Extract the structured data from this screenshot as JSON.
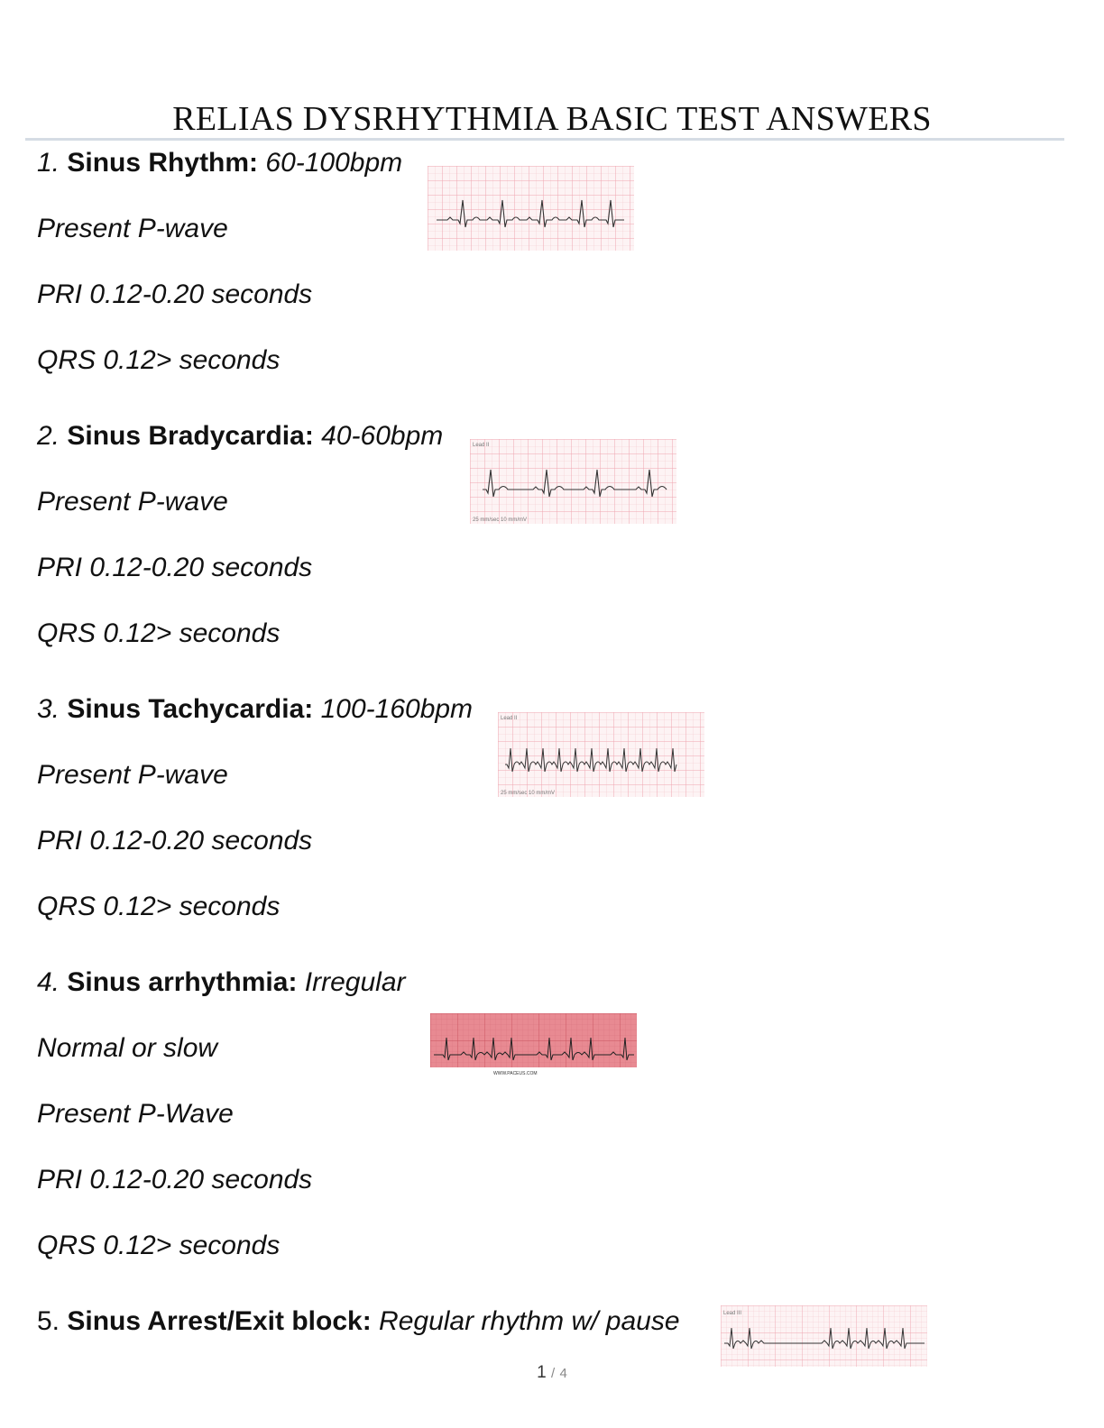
{
  "title": "RELIAS DYSRHYTHMIA BASIC TEST ANSWERS",
  "sections": [
    {
      "num": "1.",
      "name": "Sinus Rhythm:",
      "rate": "60-100bpm",
      "lines": [
        "Present P-wave",
        "PRI 0.12-0.20 seconds",
        "QRS 0.12> seconds"
      ]
    },
    {
      "num": "2.",
      "name": "Sinus Bradycardia:",
      "rate": "40-60bpm",
      "lines": [
        "Present P-wave",
        "PRI 0.12-0.20 seconds",
        "QRS 0.12> seconds"
      ],
      "strip_label": "Lead II",
      "strip_footer": "25 mm/sec 10 mm/mV"
    },
    {
      "num": "3.",
      "name": "Sinus Tachycardia:",
      "rate": "100-160bpm",
      "lines": [
        "Present P-wave",
        "PRI 0.12-0.20 seconds",
        "QRS 0.12> seconds"
      ],
      "strip_label": "Lead II",
      "strip_footer": "25 mm/sec 10 mm/mV"
    },
    {
      "num": "4.",
      "name": "Sinus arrhythmia:",
      "rate": "Irregular",
      "lines": [
        "Normal or slow",
        "Present P-Wave",
        "PRI 0.12-0.20 seconds",
        "QRS 0.12> seconds"
      ],
      "strip_footer": "WWW.PACEUS.COM"
    },
    {
      "num": "5.",
      "name": "Sinus Arrest/Exit block:",
      "rate": "Regular rhythm w/ pause",
      "strip_label": "Lead III"
    }
  ],
  "pager": {
    "current": "1",
    "separator": "/",
    "total": "4"
  },
  "colors": {
    "grid_light": "#f3b8c0",
    "grid_bg": "#fdf3f4",
    "grid_dark_bg": "#e88a92",
    "trace": "#333333",
    "rule": "#d5dce4"
  }
}
